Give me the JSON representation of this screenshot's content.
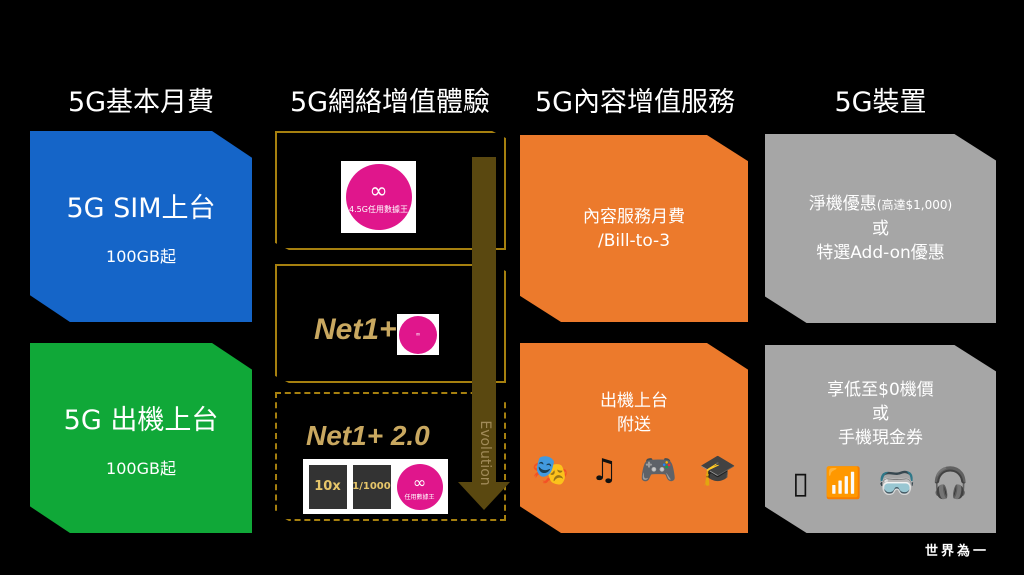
{
  "headers": [
    "5G基本月費",
    "5G網絡增值體驗",
    "5G內容增值服務",
    "5G裝置"
  ],
  "col1": [
    {
      "title": "5G SIM上台",
      "sub": "100GB起"
    },
    {
      "title": "5G 出機上台",
      "sub": "100GB起"
    }
  ],
  "col2": {
    "logo_text": "4.5G任用數據王",
    "net_plus": "Net1+",
    "net_plus2": "Net1+ 2.0",
    "badge1": "10x",
    "badge2": "1/1000",
    "circle_text": "任用數據王",
    "arrow_label": "Evolution"
  },
  "col3": [
    {
      "lines": [
        "內容服務月費",
        "/Bill-to-3"
      ]
    },
    {
      "lines": [
        "出機上台",
        "附送"
      ]
    }
  ],
  "col4": [
    {
      "line1": "淨機優惠",
      "line1_small": "(高達$1,000)",
      "line2": "或",
      "line3": "特選Add-on優惠"
    },
    {
      "lines": [
        "享低至$0機價",
        "或",
        "手機現金券"
      ]
    }
  ],
  "watermark": "世界為一",
  "colors": {
    "blue": "#1565c8",
    "green": "#10a838",
    "orange": "#ec7a2c",
    "grey": "#a6a6a6",
    "gold": "#a6800f",
    "pink": "#e0168c"
  }
}
